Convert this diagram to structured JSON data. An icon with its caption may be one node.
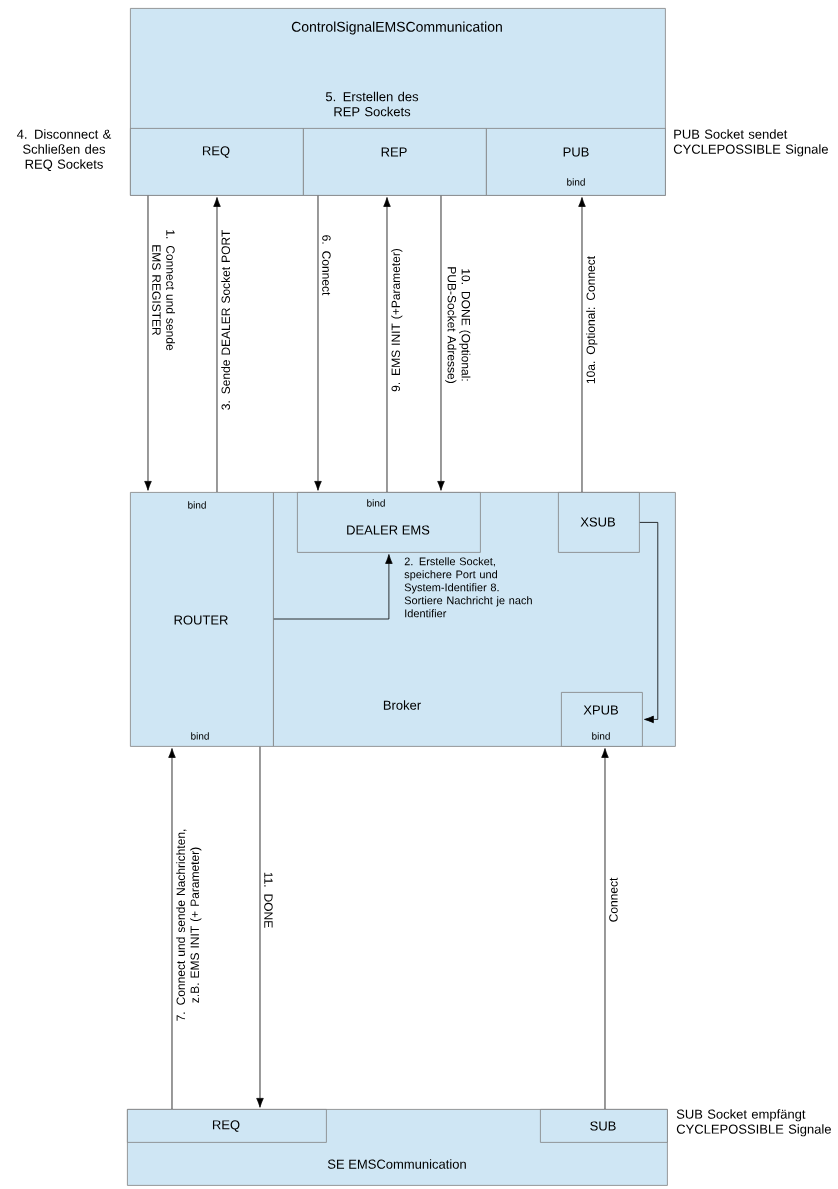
{
  "diagram": {
    "nodes": [
      {
        "text": [
          "ControlSignalEMSCommunication",
          "5. Erstellen des REP Sockets"
        ]
      },
      {
        "text": [
          "REQ"
        ],
        "in": 0,
        "beside": [
          "4. Disconnect & Schließen des REQ Sockets"
        ]
      },
      {
        "text": [
          "REP"
        ],
        "in": 0
      },
      {
        "text": [
          "PUB",
          "bind"
        ],
        "in": 0,
        "beside": [
          "PUB Socket sendet CYCLEPOSSIBLE Signale"
        ]
      },
      {
        "text": [
          "Broker"
        ]
      },
      {
        "text": [
          "bind",
          "ROUTER",
          "bind"
        ]
      },
      {
        "text": [
          "bind",
          "DEALER EMS"
        ],
        "in": 4
      },
      {
        "text": [
          "XSUB"
        ],
        "in": 4
      },
      {
        "text": [
          "XPUB",
          "bind"
        ],
        "in": 4
      },
      {
        "text": [
          "SE EMSCommunication"
        ]
      },
      {
        "text": [
          "REQ"
        ],
        "in": 9
      },
      {
        "text": [
          "SUB"
        ],
        "in": 9,
        "beside": [
          "SUB Socket empfängt CYCLEPOSSIBLE Signale"
        ]
      }
    ],
    "edges": [
      {
        "from": 1,
        "to": 5,
        "arrow": "to",
        "label": "1. Connect und sende EMS REGISTER"
      },
      {
        "from": 5,
        "to": 1,
        "arrow": "to",
        "label": "3. Sende DEALER Socket PORT"
      },
      {
        "from": 2,
        "to": 6,
        "arrow": "to",
        "label": "6. Connect"
      },
      {
        "from": 6,
        "to": 2,
        "arrow": "to",
        "label": "9. EMS INIT (+Parameter)"
      },
      {
        "from": 2,
        "to": 6,
        "arrow": "to",
        "label": "10. DONE (Optional: PUB-Socket Adresse)"
      },
      {
        "from": 7,
        "to": 3,
        "arrow": "to",
        "label": "10a. Optional: Connect"
      },
      {
        "from": 5,
        "to": 6,
        "arrow": "to",
        "label": "2. Erstelle Socket, speichere Port und System-Identifier 8. Sortiere Nachricht je nach Identifier"
      },
      {
        "from": 7,
        "to": 8,
        "arrow": "to"
      },
      {
        "from": 10,
        "to": 5,
        "arrow": "to",
        "label": "7. Connect und sende Nachrichten, z.B. EMS INIT (+ Parameter)"
      },
      {
        "from": 5,
        "to": 10,
        "arrow": "to",
        "label": "11. DONE"
      },
      {
        "from": 11,
        "to": 8,
        "arrow": "to",
        "label": "Connect"
      }
    ]
  }
}
